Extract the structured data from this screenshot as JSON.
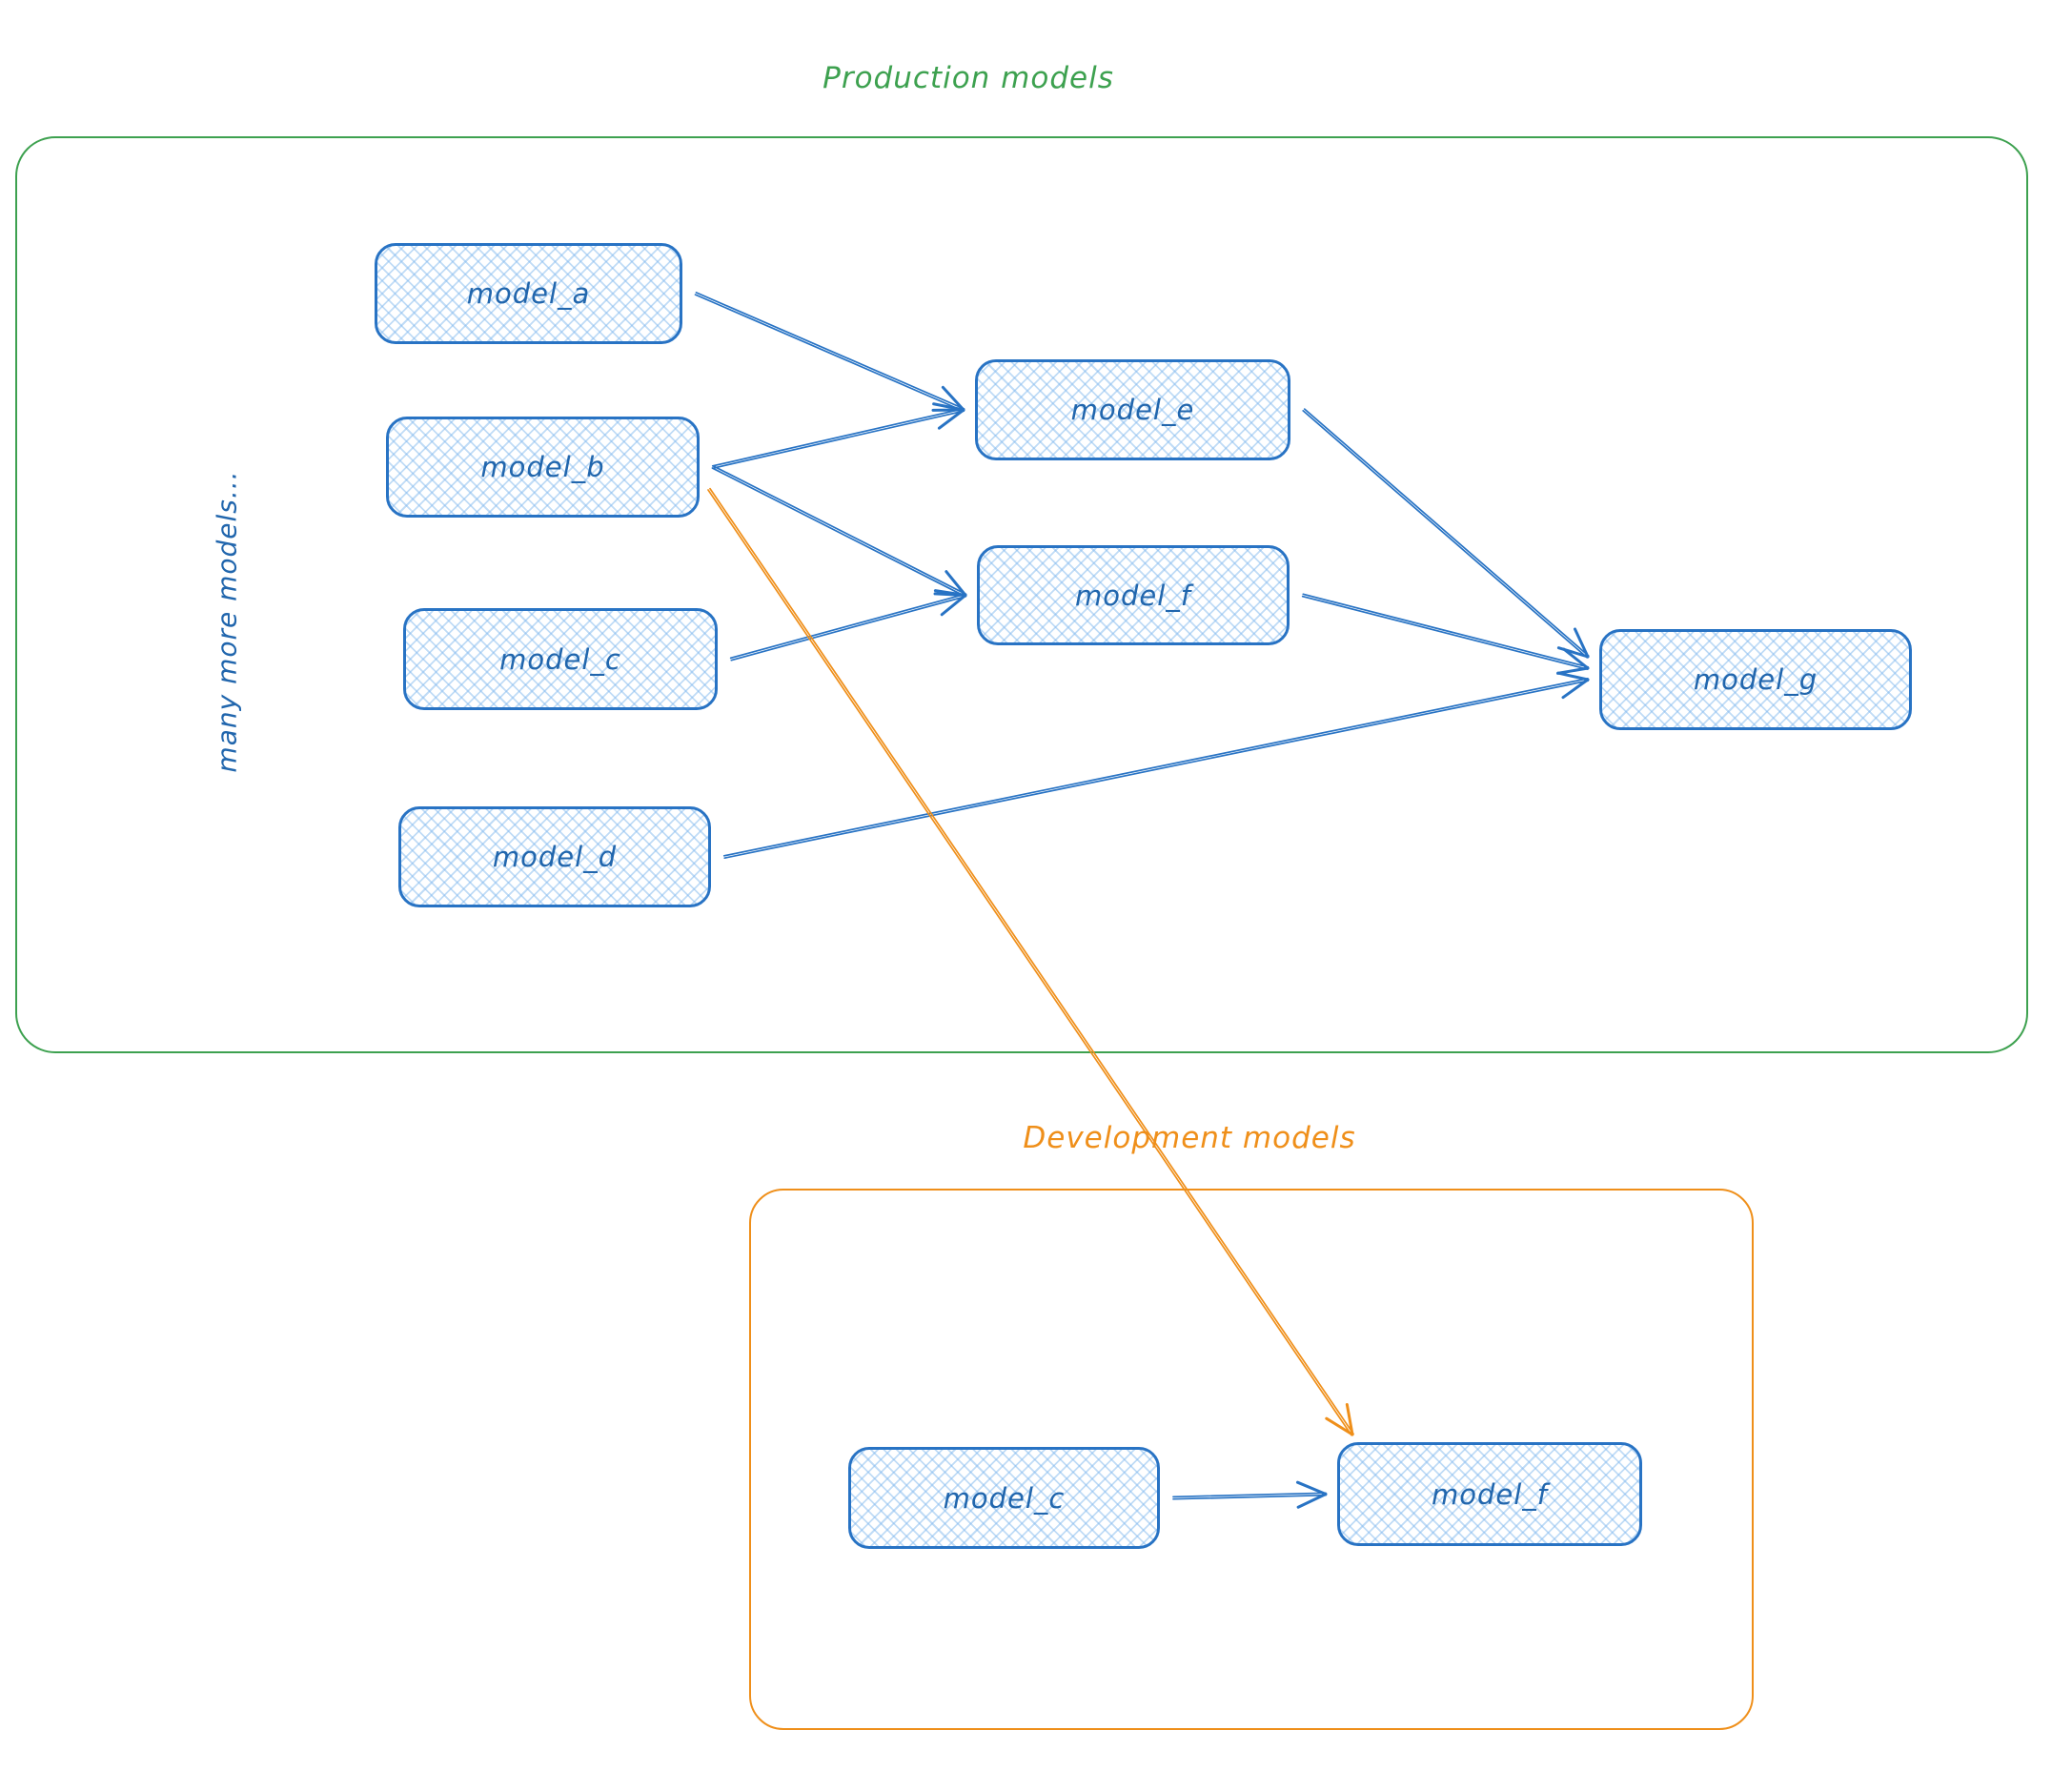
{
  "diagram": {
    "production": {
      "title": "Production models"
    },
    "development": {
      "title": "Development models"
    },
    "side_note": "many more models...",
    "palette": {
      "green": "#3da14f",
      "orange": "#ef8f1a",
      "blue": "#2873c4",
      "blue_text": "#2166ad",
      "node_fill_hatch": "#a5d8ff"
    },
    "nodes": [
      {
        "id": "model_a",
        "label": "model_a",
        "group": "production"
      },
      {
        "id": "model_b",
        "label": "model_b",
        "group": "production"
      },
      {
        "id": "model_c",
        "label": "model_c",
        "group": "production"
      },
      {
        "id": "model_d",
        "label": "model_d",
        "group": "production"
      },
      {
        "id": "model_e",
        "label": "model_e",
        "group": "production"
      },
      {
        "id": "model_f",
        "label": "model_f",
        "group": "production"
      },
      {
        "id": "model_g",
        "label": "model_g",
        "group": "production"
      },
      {
        "id": "dev_model_c",
        "label": "model_c",
        "group": "development"
      },
      {
        "id": "dev_model_f",
        "label": "model_f",
        "group": "development"
      }
    ],
    "edges": [
      {
        "from": "model_a",
        "to": "model_e",
        "color": "blue"
      },
      {
        "from": "model_b",
        "to": "model_e",
        "color": "blue"
      },
      {
        "from": "model_b",
        "to": "model_f",
        "color": "blue"
      },
      {
        "from": "model_c",
        "to": "model_f",
        "color": "blue"
      },
      {
        "from": "model_e",
        "to": "model_g",
        "color": "blue"
      },
      {
        "from": "model_f",
        "to": "model_g",
        "color": "blue"
      },
      {
        "from": "model_d",
        "to": "model_g",
        "color": "blue"
      },
      {
        "from": "model_b",
        "to": "dev_model_f",
        "color": "orange"
      },
      {
        "from": "dev_model_c",
        "to": "dev_model_f",
        "color": "blue"
      }
    ]
  }
}
